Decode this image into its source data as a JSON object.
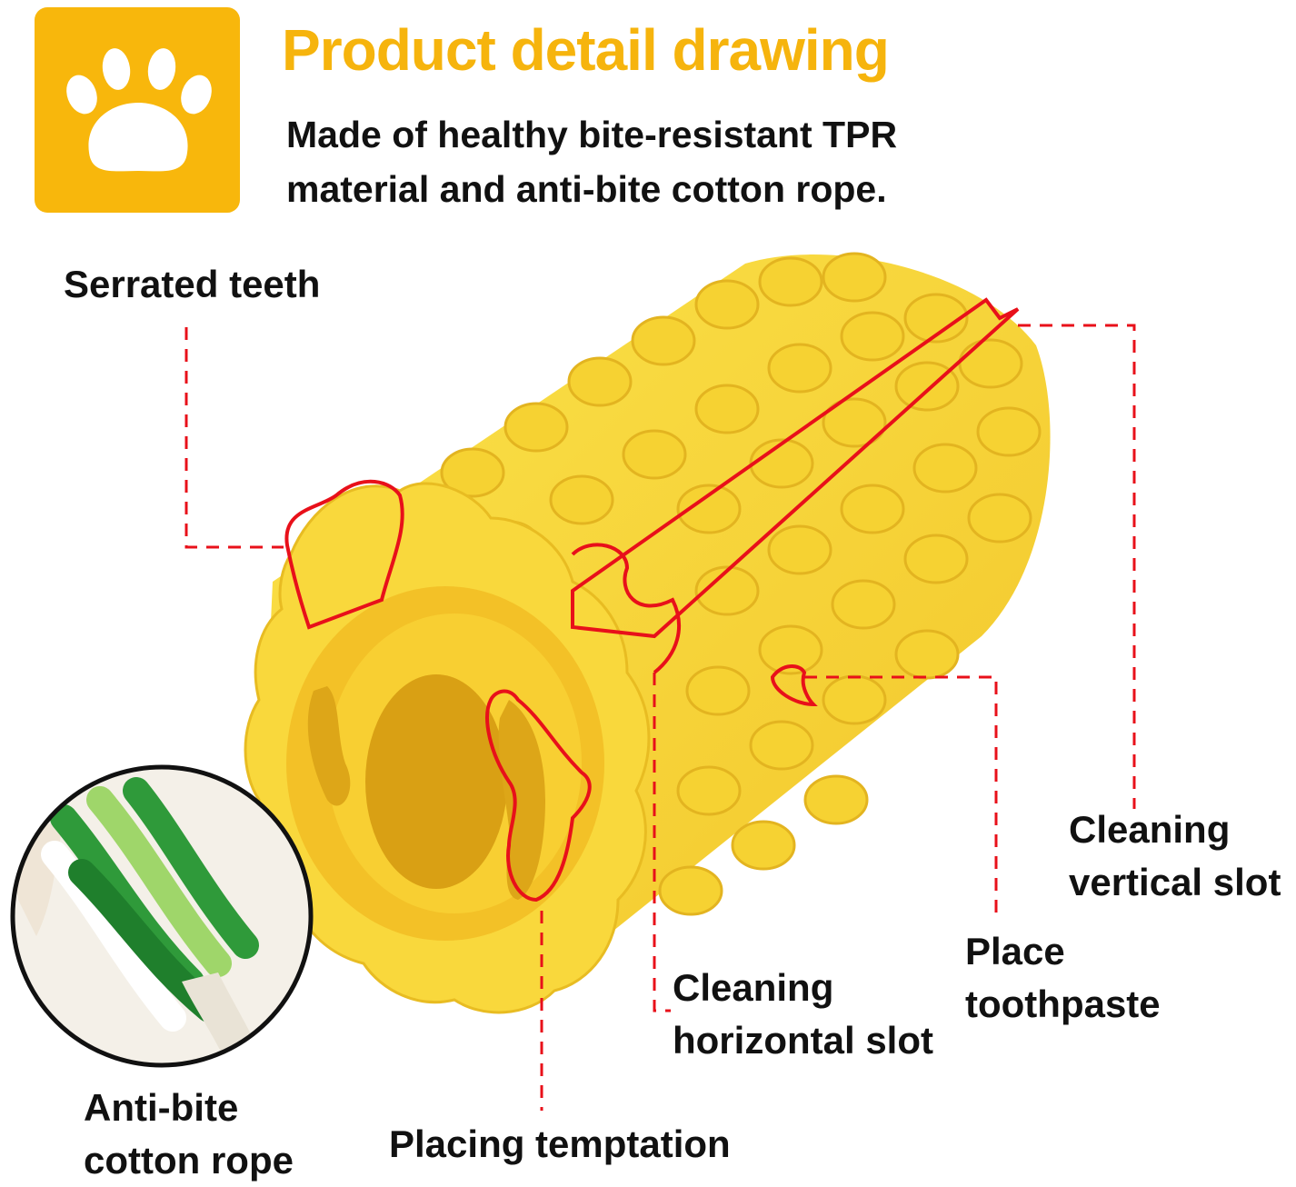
{
  "header": {
    "title": "Product detail drawing",
    "subtitle_line1": "Made of healthy bite-resistant TPR",
    "subtitle_line2": "material and anti-bite cotton rope."
  },
  "logo": {
    "icon": "paw-icon",
    "color": "#f8b70c"
  },
  "labels": {
    "serrated_teeth": "Serrated teeth",
    "cleaning_vertical_line1": "Cleaning",
    "cleaning_vertical_line2": "vertical slot",
    "place_toothpaste_line1": "Place",
    "place_toothpaste_line2": "toothpaste",
    "cleaning_horizontal_line1": "Cleaning",
    "cleaning_horizontal_line2": "horizontal slot",
    "anti_bite_line1": "Anti-bite",
    "anti_bite_line2": "cotton rope",
    "placing_temptation": "Placing temptation"
  },
  "colors": {
    "title": "#f6b40d",
    "corn_yellow": "#f7d73a",
    "corn_shadow": "#e8b820",
    "highlight_red": "#e8101a",
    "rope_green": "#3aa43a",
    "rope_light": "#a6d86a"
  }
}
